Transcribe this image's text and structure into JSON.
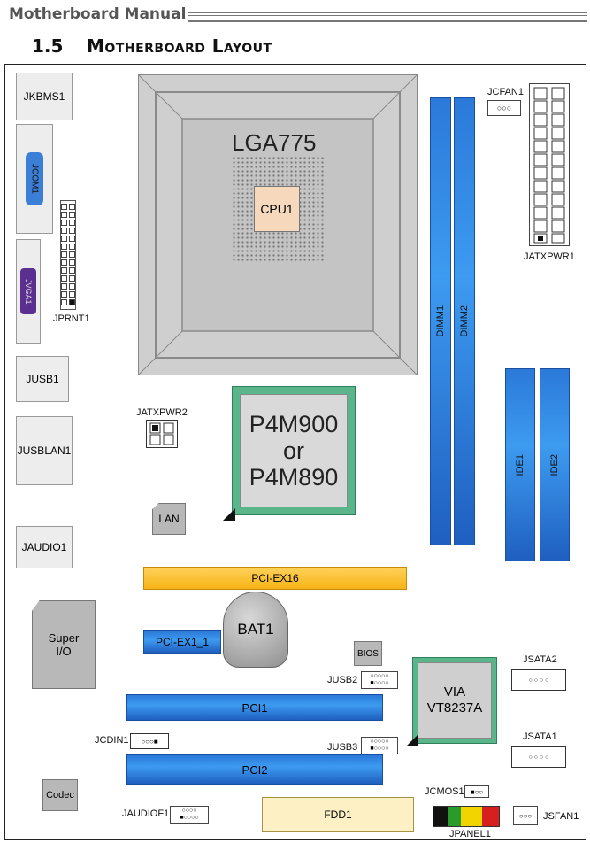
{
  "header": {
    "title": "Motherboard Manual"
  },
  "section": {
    "number": "1.5",
    "title": "Motherboard Layout"
  },
  "components": {
    "jkbms1": "JKBMS1",
    "jcom1": "JCOM1",
    "jprnt1": "JPRNT1",
    "jvga1": "JVGA1",
    "jusb1": "JUSB1",
    "jusblan1": "JUSBLAN1",
    "jaudio1": "JAUDIO1",
    "super_io": "Super I/O",
    "codec": "Codec",
    "lga775": "LGA775",
    "cpu1": "CPU1",
    "dimm1": "DIMM1",
    "dimm2": "DIMM2",
    "jcfan1": "JCFAN1",
    "jatxpwr1": "JATXPWR1",
    "jatxpwr2": "JATXPWR2",
    "northbridge_line1": "P4M900",
    "northbridge_line2": "or",
    "northbridge_line3": "P4M890",
    "lan": "LAN",
    "ide1": "IDE1",
    "ide2": "IDE2",
    "pci_ex16": "PCI-EX16",
    "pci_ex1_1": "PCI-EX1_1",
    "bat1": "BAT1",
    "bios": "BIOS",
    "jusb2": "JUSB2",
    "via_line1": "VIA",
    "via_line2": "VT8237A",
    "jsata2": "JSATA2",
    "pci1": "PCI1",
    "jcdin1": "JCDIN1",
    "jusb3": "JUSB3",
    "jsata1": "JSATA1",
    "pci2": "PCI2",
    "jcmos1": "JCMOS1",
    "jaudiof1": "JAUDIOF1",
    "fdd1": "FDD1",
    "jpanel1": "JPANEL1",
    "jsfan1": "JSFAN1"
  },
  "colors": {
    "slot_blue": "#2b79d9",
    "slot_yellow": "#f7b417",
    "chip_green": "#5ab58a",
    "vga_purple": "#5a2f8f",
    "com_blue": "#3b7fd6"
  }
}
